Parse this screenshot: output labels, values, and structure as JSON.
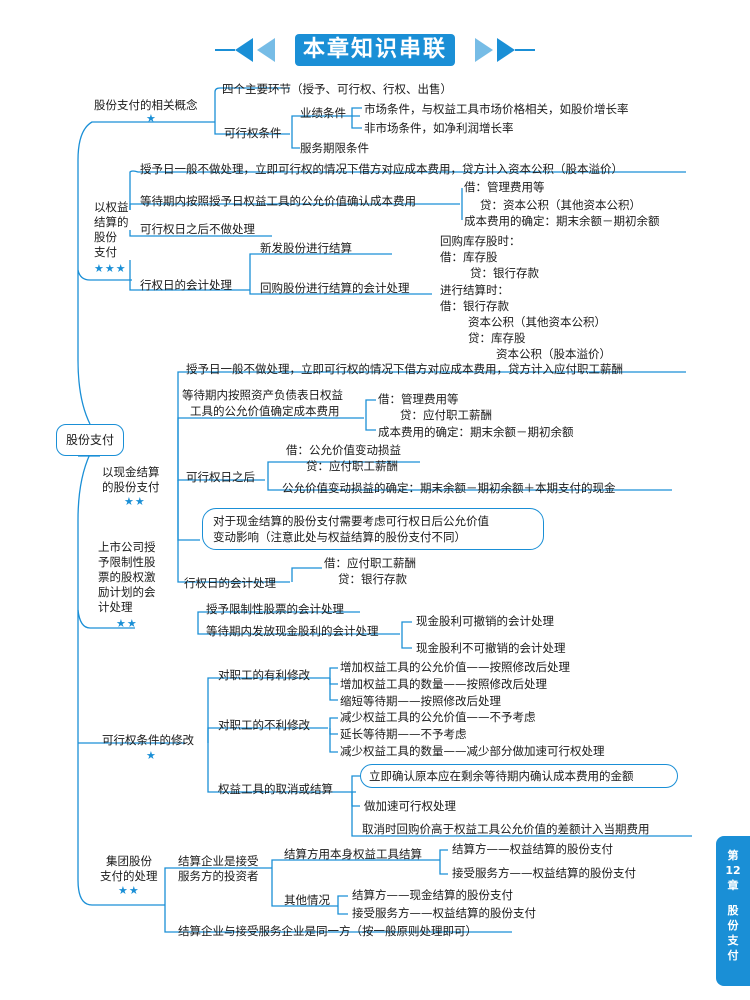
{
  "title": "本章知识串联",
  "root": "股份支付",
  "side_tab": {
    "line1": "第",
    "line2": "12",
    "line3": "章",
    "line4": "股",
    "line5": "份",
    "line6": "支",
    "line7": "付"
  },
  "colors": {
    "accent": "#1a8fd6"
  },
  "nodes": {
    "related": {
      "label": "股份支付的相关概念",
      "stars": "★",
      "four_steps": "四个主要环节（授予、可行权、行权、出售）",
      "vest": "可行权条件",
      "perf": "业绩条件",
      "market": "市场条件，与权益工具市场价格相关，如股价增长率",
      "nonmarket": "非市场条件，如净利润增长率",
      "service": "服务期限条件"
    },
    "equity": {
      "label1": "以权益",
      "label2": "结算的",
      "label3": "股份",
      "label4": "支付",
      "stars": "★★★",
      "grant": "授予日一般不做处理，立即可行权的情况下借方对应成本费用，贷方计入资本公积（股本溢价）",
      "wait": "等待期内按照授予日权益工具的公允价值确认成本费用",
      "dr": "借：管理费用等",
      "cr": "贷：资本公积（其他资本公积）",
      "cost": "成本费用的确定：期末余额－期初余额",
      "after": "可行权日之后不做处理",
      "exercise": "行权日的会计处理",
      "new_shares": "新发股份进行结算",
      "buyback": "回购股份进行结算的会计处理",
      "b1": "回购库存股时：",
      "b2": "借：库存股",
      "b3": "贷：银行存款",
      "b4": "进行结算时：",
      "b5": "借：银行存款",
      "b6": "资本公积（其他资本公积）",
      "b7": "贷：库存股",
      "b8": "资本公积（股本溢价）"
    },
    "cash": {
      "label1": "以现金结算",
      "label2": "的股份支付",
      "stars": "★★",
      "grant": "授予日一般不做处理，立即可行权的情况下借方对应成本费用，贷方计入应付职工薪酬",
      "wait1": "等待期内按照资产负债表日权益",
      "wait2": "工具的公允价值确定成本费用",
      "dr": "借：管理费用等",
      "cr": "贷：应付职工薪酬",
      "cost": "成本费用的确定：期末余额－期初余额",
      "after": "可行权日之后",
      "a1": "借：公允价值变动损益",
      "a2": "贷：应付职工薪酬",
      "a3": "公允价值变动损益的确定：期末余额－期初余额＋本期支付的现金",
      "note1": "对于现金结算的股份支付需要考虑可行权日后公允价值",
      "note2": "变动影响（注意此处与权益结算的股份支付不同）",
      "exercise": "行权日的会计处理",
      "e1": "借：应付职工薪酬",
      "e2": "贷：银行存款"
    },
    "restricted": {
      "label1": "上市公司授",
      "label2": "予限制性股",
      "label3": "票的股权激",
      "label4": "励计划的会",
      "label5": "计处理",
      "stars": "★★",
      "grant": "授予限制性股票的会计处理",
      "div": "等待期内发放现金股利的会计处理",
      "d1": "现金股利可撤销的会计处理",
      "d2": "现金股利不可撤销的会计处理"
    },
    "modify": {
      "label": "可行权条件的修改",
      "stars": "★",
      "fav": "对职工的有利修改",
      "f1": "增加权益工具的公允价值——按照修改后处理",
      "f2": "增加权益工具的数量——按照修改后处理",
      "f3": "缩短等待期——按照修改后处理",
      "unfav": "对职工的不利修改",
      "u1": "减少权益工具的公允价值——不予考虑",
      "u2": "延长等待期——不予考虑",
      "u3": "减少权益工具的数量——减少部分做加速可行权处理",
      "cancel": "权益工具的取消或结算",
      "c1": "立即确认原本应在剩余等待期内确认成本费用的金额",
      "c2": "做加速可行权处理",
      "c3": "取消时回购价高于权益工具公允价值的差额计入当期费用"
    },
    "group": {
      "label1": "集团股份",
      "label2": "支付的处理",
      "stars": "★★",
      "inv1": "结算企业是接受",
      "inv2": "服务方的投资者",
      "own": "结算方用本身权益工具结算",
      "o1": "结算方——权益结算的股份支付",
      "o2": "接受服务方——权益结算的股份支付",
      "other": "其他情况",
      "x1": "结算方——现金结算的股份支付",
      "x2": "接受服务方——权益结算的股份支付",
      "same": "结算企业与接受服务企业是同一方（按一般原则处理即可）"
    }
  }
}
